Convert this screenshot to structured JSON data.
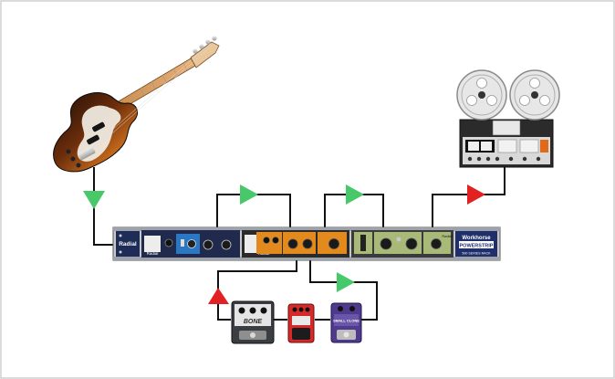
{
  "colors": {
    "background": "#ffffff",
    "frame": "#cfcfcf",
    "wire": "#111111",
    "arrow_green": "#47c96a",
    "arrow_red": "#e22222",
    "rack_panel": "#1e2c58",
    "module_blue": "#2a78c4",
    "module_orange": "#e38a1e",
    "module_green": "#a9b978",
    "workhorse_panel": "#1e2f6b"
  },
  "rack": {
    "brand_left": "Radial",
    "brand_right_line1": "Workhorse",
    "brand_right_line2": "POWERSTRIP",
    "brand_right_line3": "500 SERIES RACK",
    "module1_brand": "Radial",
    "module2_brand": "Radial",
    "module3_brand": "Radial"
  },
  "pedals": {
    "pedal1_label": "BONE",
    "pedal3_label": "SMALL CLONE"
  },
  "icons": [
    "bass-guitar-icon",
    "reel-to-reel-recorder-icon",
    "rack-unit-icon",
    "effects-pedal-icon"
  ]
}
